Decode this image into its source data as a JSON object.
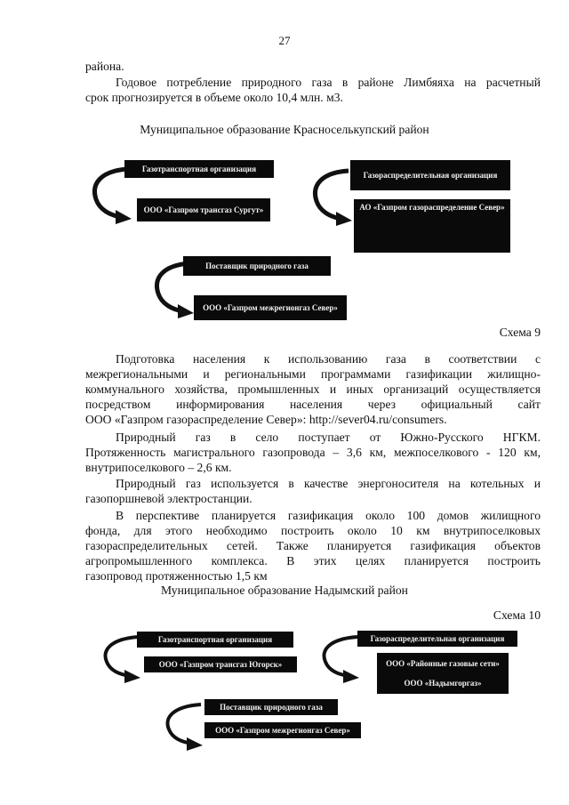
{
  "page_number": "27",
  "intro": {
    "line1": "района.",
    "line2": "Годовое потребление природного газа в районе Лимбяяха на расчетный",
    "line3": "срок прогнозируется в объеме около 10,4 млн. м3."
  },
  "section1": {
    "title": "Муниципальное образование Красноселькупский район",
    "diagram": {
      "transport_label": "Газотранспортная организация",
      "transport_org": "ООО «Газпром трансгаз Сургут»",
      "distribution_label": "Газораспределительная организация",
      "distribution_org": "АО «Газпром газораспределение Север»",
      "supplier_label": "Поставщик природного газа",
      "supplier_org": "ООО «Газпром межрегионгаз Север»"
    },
    "scheme_label": "Схема 9"
  },
  "paragraphs": {
    "p1": [
      "Подготовка населения к использованию газа в соответствии с",
      "межрегиональными и региональными программами газификации жилищно-",
      "коммунального хозяйства, промышленных и иных организаций осуществляется",
      "посредством информирования населения через официальный сайт",
      "ООО «Газпром газораспределение Север»: http://sever04.ru/consumers."
    ],
    "p2": [
      "Природный газ в село поступает от Южно-Русского НГКМ.",
      "Протяженность магистрального газопровода – 3,6 км, межпоселкового - 120 км,",
      "внутрипоселкового – 2,6 км."
    ],
    "p3": [
      "Природный газ используется в качестве энергоносителя на котельных и",
      "газопоршневой электростанции."
    ],
    "p4": [
      "В перспективе планируется газификация около 100 домов жилищного",
      "фонда, для этого необходимо построить около 10 км внутрипоселковых",
      "газораспределительных сетей. Также планируется газификация объектов",
      "агропромышленного комплекса. В этих целях планируется построить",
      "газопровод протяженностью 1,5 км"
    ]
  },
  "section2": {
    "title": "Муниципальное образование Надымский район",
    "scheme_label": "Схема 10",
    "diagram": {
      "transport_label": "Газотранспортная организация",
      "transport_org": "ООО «Газпром трансгаз Югорск»",
      "distribution_label": "Газораспределительная организация",
      "distribution_org1": "ООО «Районные газовые сети»",
      "distribution_org2": "ООО «Надымгоргаз»",
      "supplier_label": "Поставщик природного газа",
      "supplier_org": "ООО «Газпром межрегионгаз Север»"
    }
  }
}
